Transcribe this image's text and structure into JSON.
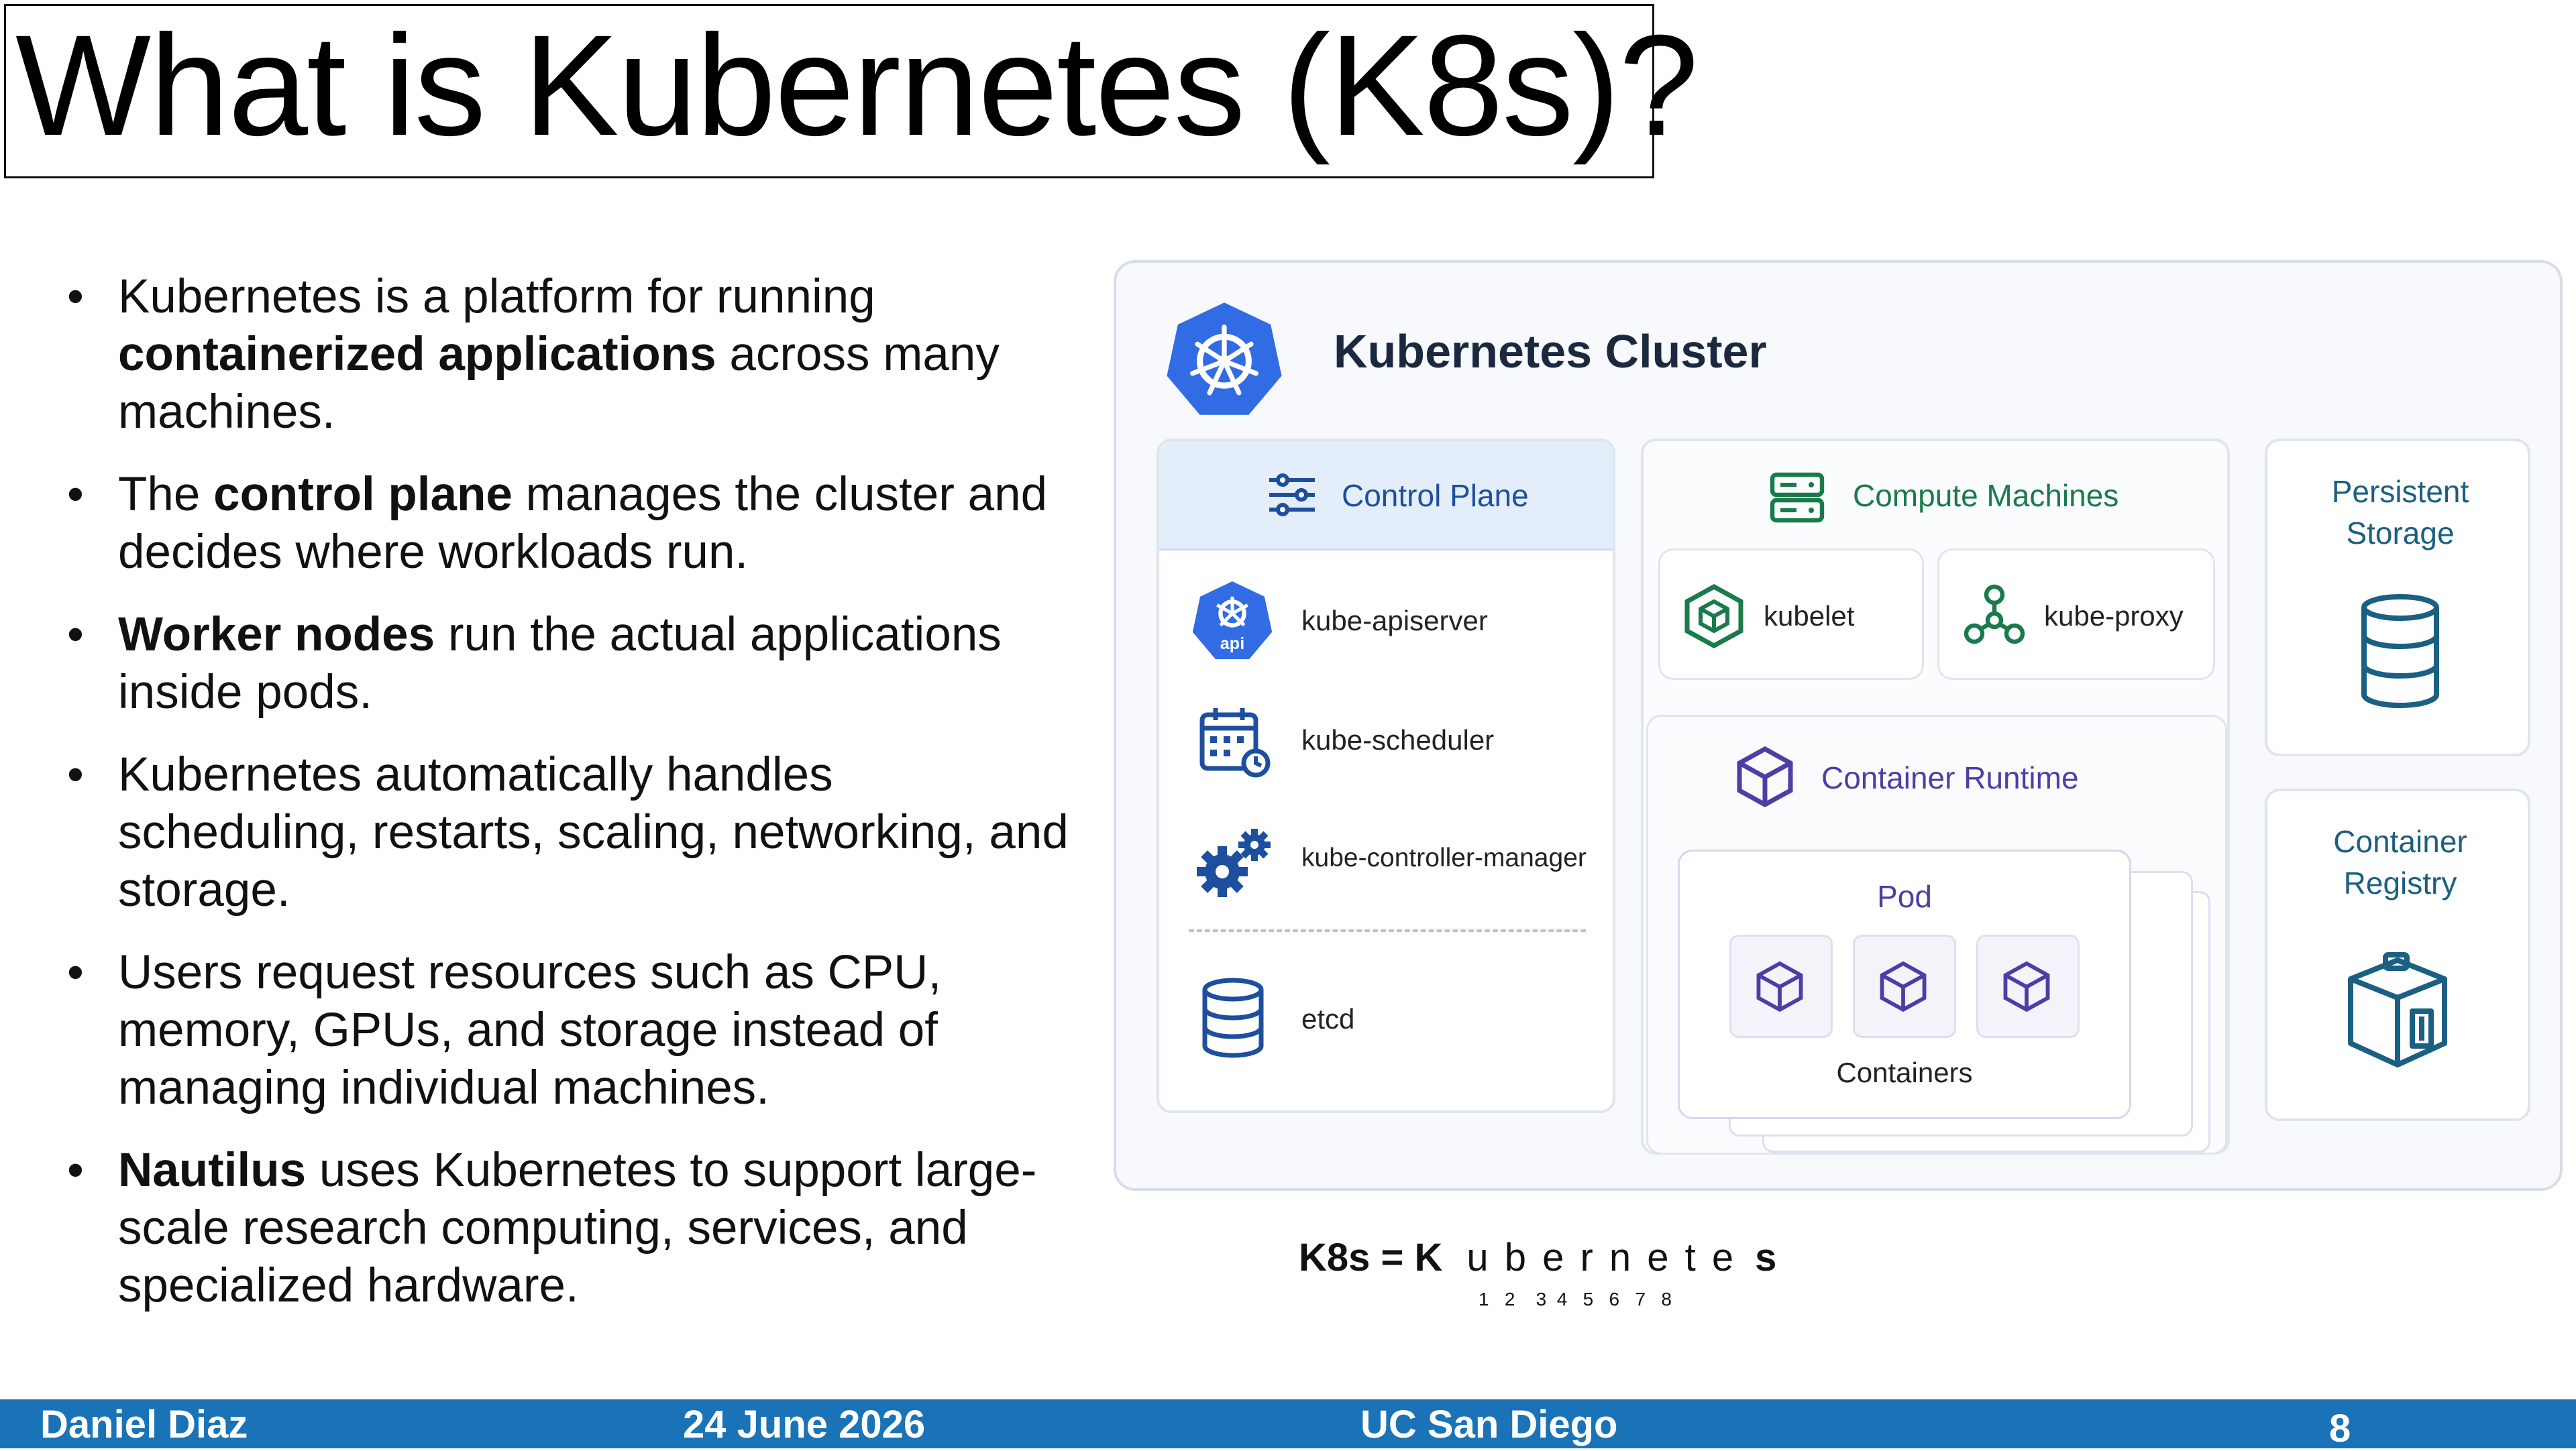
{
  "title": "What is Kubernetes (K8s)?",
  "bullets": [
    {
      "pre": "Kubernetes is a platform for running ",
      "bold": "containerized applications",
      "post": " across many machines."
    },
    {
      "pre": "The ",
      "bold": "control plane",
      "post": " manages the cluster and decides where workloads run."
    },
    {
      "pre": "",
      "bold": "Worker nodes",
      "post": " run the actual applications inside pods."
    },
    {
      "pre": "Kubernetes automatically handles scheduling, restarts, scaling, networking, and storage.",
      "bold": "",
      "post": ""
    },
    {
      "pre": "Users request resources such as CPU, memory, GPUs, and storage instead of managing individual machines.",
      "bold": "",
      "post": ""
    },
    {
      "pre": "",
      "bold": "Nautilus",
      "post": " uses Kubernetes to support large-scale research computing, services, and specialized hardware."
    }
  ],
  "diagram": {
    "cluster_title": "Kubernetes Cluster",
    "control_plane": {
      "title": "Control Plane",
      "items": [
        "kube-apiserver",
        "kube-scheduler",
        "kube-controller-manager",
        "etcd"
      ],
      "api_badge": "api"
    },
    "compute": {
      "title": "Compute Machines",
      "kubelet": "kubelet",
      "kube_proxy": "kube-proxy",
      "runtime": "Container Runtime",
      "pod": "Pod",
      "containers": "Containers"
    },
    "persistent_storage": "Persistent Storage",
    "container_registry": "Container Registry"
  },
  "k8s_explainer": {
    "k8s_left": "K8s = K",
    "middle": "u b e r n e t e",
    "end": "s",
    "numbers": "1   2    3  4   5   6   7   8"
  },
  "footer": {
    "author": "Daniel Diaz",
    "date": "24 June 2026",
    "institution": "UC San Diego",
    "page": "8"
  },
  "colors": {
    "footer_bg": "#1a73b6",
    "k8s_blue": "#326ce5",
    "control_blue": "#1d4f9e",
    "compute_green": "#197a4a",
    "storage_teal": "#1b5f82",
    "runtime_purple": "#4b3fa5"
  }
}
